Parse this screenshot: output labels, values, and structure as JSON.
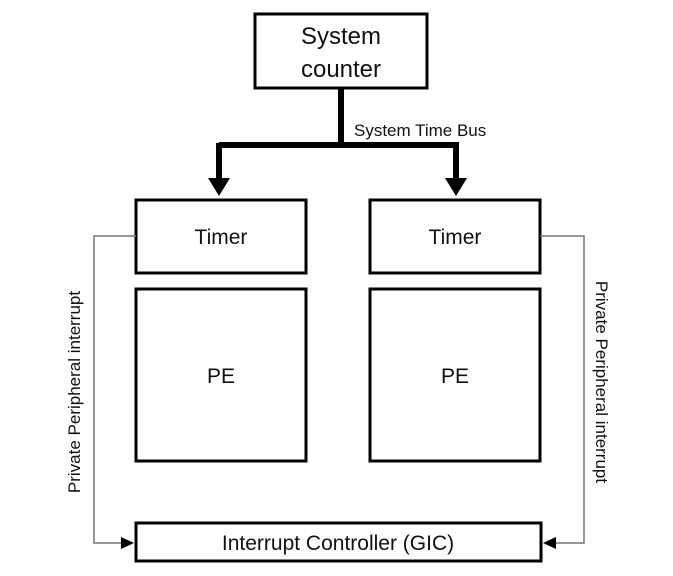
{
  "diagram": {
    "system_counter": {
      "line1": "System",
      "line2": "counter"
    },
    "bus_label": "System Time Bus",
    "timer_left": "Timer",
    "timer_right": "Timer",
    "pe_left": "PE",
    "pe_right": "PE",
    "gic": "Interrupt Controller (GIC)",
    "ppi_left": "Private Peripheral interrupt",
    "ppi_right": "Private Peripheral interrupt"
  }
}
